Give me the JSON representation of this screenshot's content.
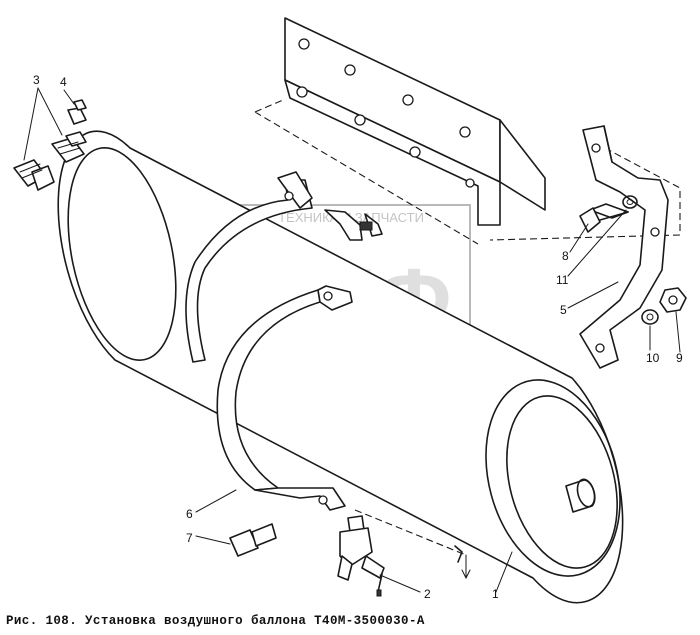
{
  "caption": "Рис. 108. Установка воздушного баллона Т40М-3500030-А",
  "watermark": {
    "top_text": "ТЕХНИКА И ЗАПЧАСТИ",
    "logo_text": "ЭПФ"
  },
  "callouts": [
    "3",
    "4",
    "8",
    "11",
    "5",
    "10",
    "9",
    "6",
    "7",
    "2",
    "1"
  ]
}
